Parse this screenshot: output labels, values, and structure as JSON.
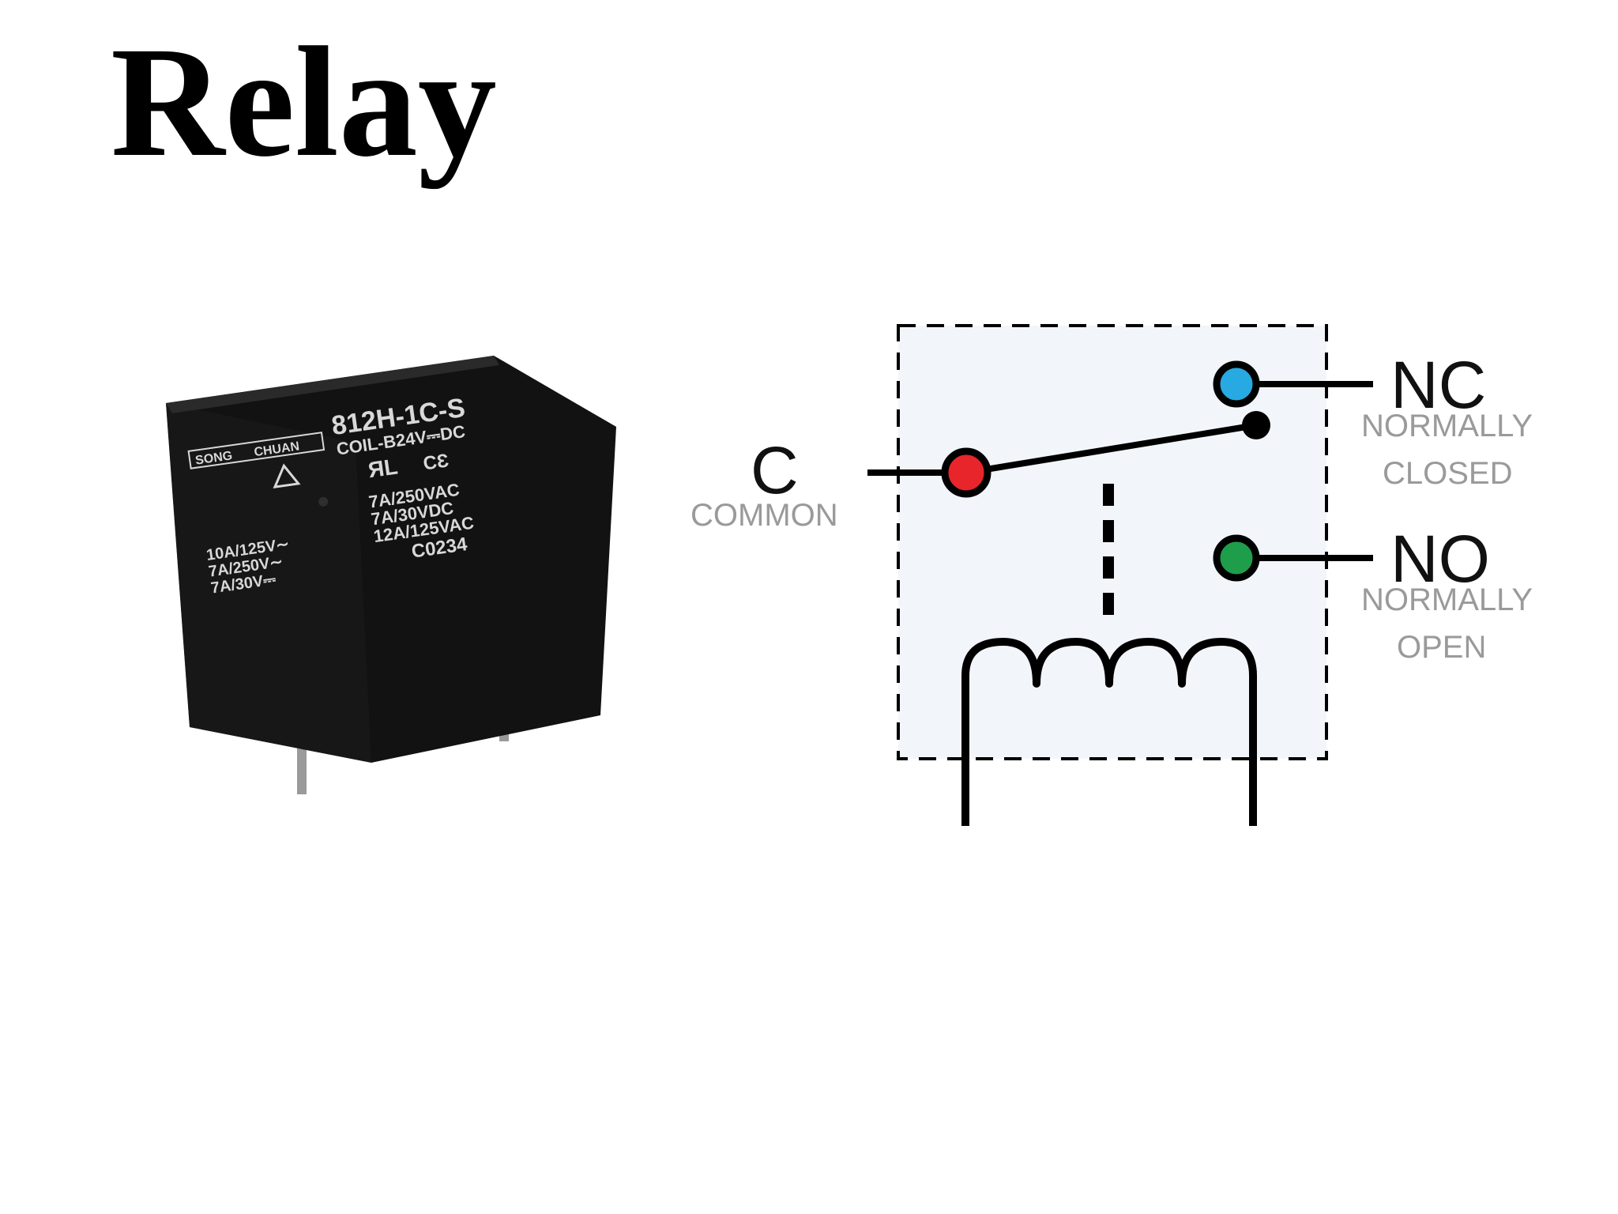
{
  "slide": {
    "title": "Relay"
  },
  "relay_photo": {
    "markings": {
      "brand_left": "SONG",
      "brand_right": "CHUAN",
      "model": "812H-1C-S",
      "coil": "COIL-B24V⎓DC",
      "rating_left_1": "10A/125V∼",
      "rating_left_2": "7A/250V∼",
      "rating_left_3": "7A/30V⎓",
      "rating_right_1": "7A/250VAC",
      "rating_right_2": "7A/30VDC",
      "rating_right_3": "12A/125VAC",
      "lot_code": "C0234",
      "cert_mark_1": "ЯL",
      "cert_mark_2": "CƐ"
    },
    "colors": {
      "body": "#111111",
      "marking": "#d8d8d8",
      "pin": "#9a9a9a"
    }
  },
  "schematic": {
    "terminals": {
      "common": {
        "symbol": "C",
        "description": "COMMON",
        "color": "#e8252a"
      },
      "normally_closed": {
        "symbol": "NC",
        "line1": "NORMALLY",
        "line2": "CLOSED",
        "color": "#27a9e1"
      },
      "normally_open": {
        "symbol": "NO",
        "line1": "NORMALLY",
        "line2": "OPEN",
        "color": "#1e9e4a"
      }
    },
    "colors": {
      "box_fill": "#f2f6fb",
      "line": "#000000",
      "symbol_text": "#111111",
      "description_text": "#9a9a9a"
    }
  }
}
